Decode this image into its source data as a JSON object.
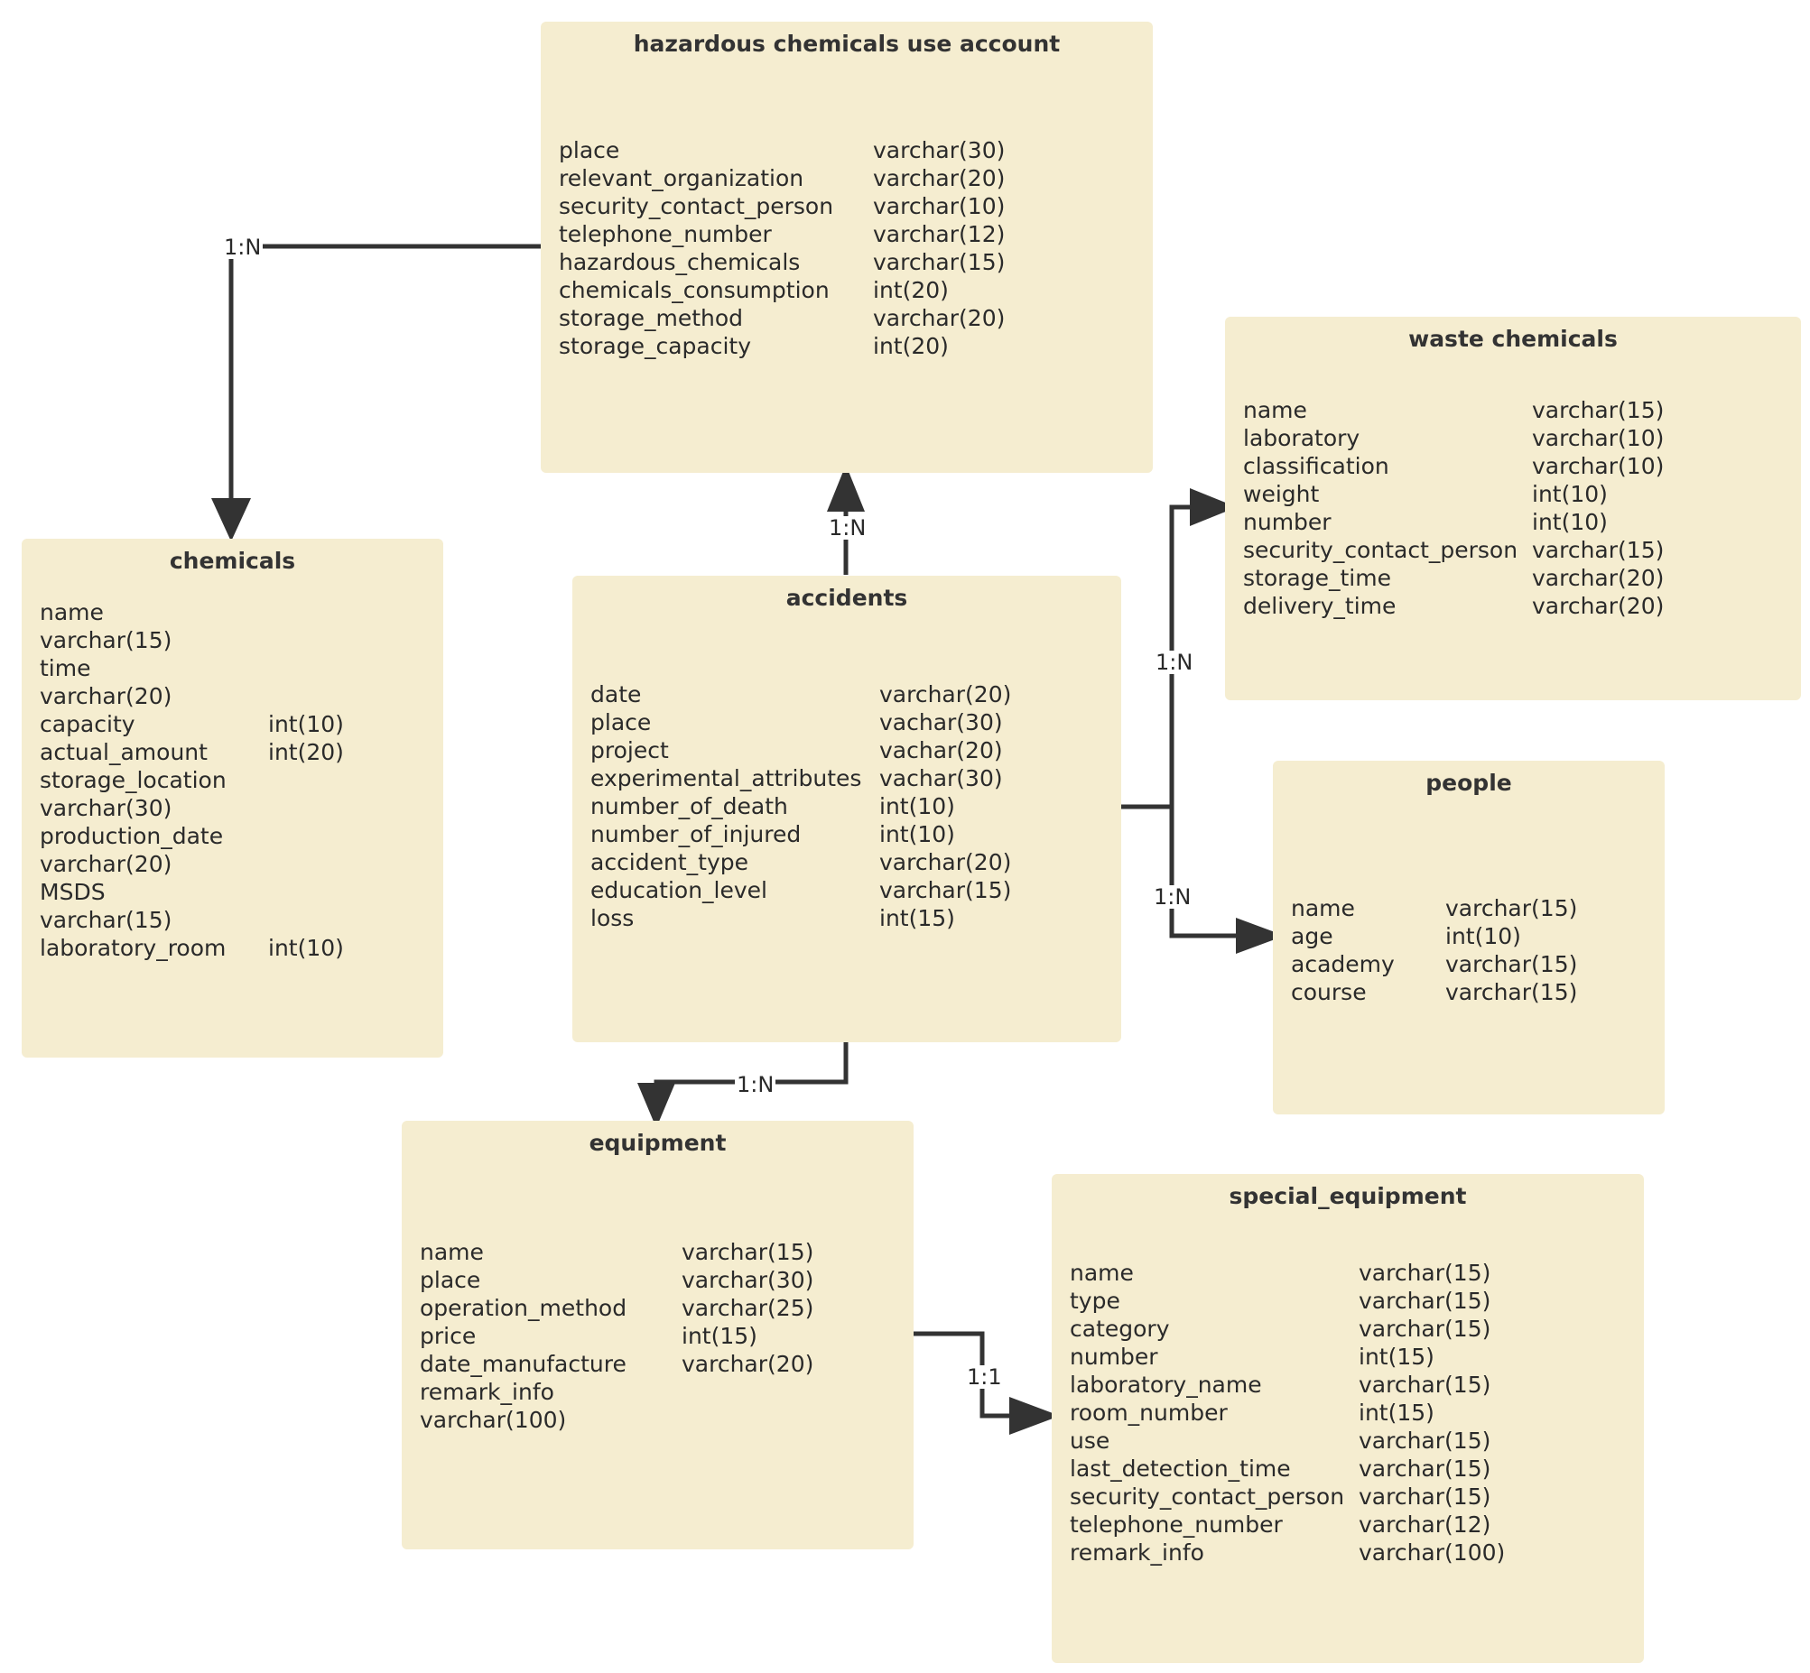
{
  "entities": {
    "hazard": {
      "title": "hazardous chemicals use account",
      "fields": [
        {
          "name": "place",
          "type": "varchar(30)"
        },
        {
          "name": "relevant_organization",
          "type": "varchar(20)"
        },
        {
          "name": "security_contact_person",
          "type": "varchar(10)"
        },
        {
          "name": "telephone_number",
          "type": "varchar(12)"
        },
        {
          "name": "hazardous_chemicals",
          "type": "varchar(15)"
        },
        {
          "name": "chemicals_consumption",
          "type": "int(20)"
        },
        {
          "name": "storage_method",
          "type": "varchar(20)"
        },
        {
          "name": "storage_capacity",
          "type": "int(20)"
        }
      ]
    },
    "waste": {
      "title": "waste chemicals",
      "fields": [
        {
          "name": "name",
          "type": "varchar(15)"
        },
        {
          "name": "laboratory",
          "type": "varchar(10)"
        },
        {
          "name": "classification",
          "type": "varchar(10)"
        },
        {
          "name": "weight",
          "type": "int(10)"
        },
        {
          "name": "number",
          "type": "int(10)"
        },
        {
          "name": "security_contact_person",
          "type": "varchar(15)"
        },
        {
          "name": "storage_time",
          "type": "varchar(20)"
        },
        {
          "name": "delivery_time",
          "type": "varchar(20)"
        }
      ]
    },
    "chem": {
      "title": "chemicals",
      "fields": [
        {
          "name": "name",
          "type": ""
        },
        {
          "name": "varchar(15)",
          "type": ""
        },
        {
          "name": "time",
          "type": ""
        },
        {
          "name": "varchar(20)",
          "type": ""
        },
        {
          "name": "capacity",
          "type": "int(10)"
        },
        {
          "name": "actual_amount",
          "type": "int(20)"
        },
        {
          "name": "storage_location",
          "type": ""
        },
        {
          "name": "varchar(30)",
          "type": ""
        },
        {
          "name": "production_date",
          "type": ""
        },
        {
          "name": "varchar(20)",
          "type": ""
        },
        {
          "name": "MSDS",
          "type": ""
        },
        {
          "name": "varchar(15)",
          "type": ""
        },
        {
          "name": "laboratory_room",
          "type": "int(10)"
        }
      ]
    },
    "acc": {
      "title": "accidents",
      "fields": [
        {
          "name": "date",
          "type": "varchar(20)"
        },
        {
          "name": "place",
          "type": "vachar(30)"
        },
        {
          "name": "project",
          "type": "vachar(20)"
        },
        {
          "name": "experimental_attributes",
          "type": "vachar(30)"
        },
        {
          "name": "number_of_death",
          "type": "int(10)"
        },
        {
          "name": "number_of_injured",
          "type": "int(10)"
        },
        {
          "name": "accident_type",
          "type": "varchar(20)"
        },
        {
          "name": "education_level",
          "type": "varchar(15)"
        },
        {
          "name": "loss",
          "type": "int(15)"
        }
      ]
    },
    "people": {
      "title": "people",
      "fields": [
        {
          "name": "name",
          "type": "varchar(15)"
        },
        {
          "name": "age",
          "type": "int(10)"
        },
        {
          "name": "academy",
          "type": "varchar(15)"
        },
        {
          "name": "course",
          "type": "varchar(15)"
        }
      ]
    },
    "equip": {
      "title": "equipment",
      "fields": [
        {
          "name": "name",
          "type": "varchar(15)"
        },
        {
          "name": "place",
          "type": "varchar(30)"
        },
        {
          "name": "operation_method",
          "type": "varchar(25)"
        },
        {
          "name": "price",
          "type": "int(15)"
        },
        {
          "name": "date_manufacture",
          "type": "varchar(20)"
        },
        {
          "name": "remark_info",
          "type": ""
        },
        {
          "name": "varchar(100)",
          "type": ""
        }
      ]
    },
    "special": {
      "title": "special_equipment",
      "fields": [
        {
          "name": "name",
          "type": "varchar(15)"
        },
        {
          "name": "type",
          "type": "varchar(15)"
        },
        {
          "name": "category",
          "type": "varchar(15)"
        },
        {
          "name": "number",
          "type": "int(15)"
        },
        {
          "name": "laboratory_name",
          "type": "varchar(15)"
        },
        {
          "name": "room_number",
          "type": "int(15)"
        },
        {
          "name": "use",
          "type": "varchar(15)"
        },
        {
          "name": "last_detection_time",
          "type": "varchar(15)"
        },
        {
          "name": "security_contact_person",
          "type": "varchar(15)"
        },
        {
          "name": "telephone_number",
          "type": "varchar(12)"
        },
        {
          "name": "remark_info",
          "type": "varchar(100)"
        }
      ]
    }
  },
  "relationships": [
    {
      "from": "hazardous chemicals use account",
      "to": "chemicals",
      "label": "1:N"
    },
    {
      "from": "accidents",
      "to": "hazardous chemicals use account",
      "label": "1:N"
    },
    {
      "from": "accidents",
      "to": "waste chemicals",
      "label": "1:N"
    },
    {
      "from": "accidents",
      "to": "people",
      "label": "1:N"
    },
    {
      "from": "accidents",
      "to": "equipment",
      "label": "1:N"
    },
    {
      "from": "equipment",
      "to": "special_equipment",
      "label": "1:1"
    }
  ],
  "colors": {
    "entity_fill": "#f5edd0",
    "connector": "#333333",
    "text": "#2a2a2a"
  }
}
